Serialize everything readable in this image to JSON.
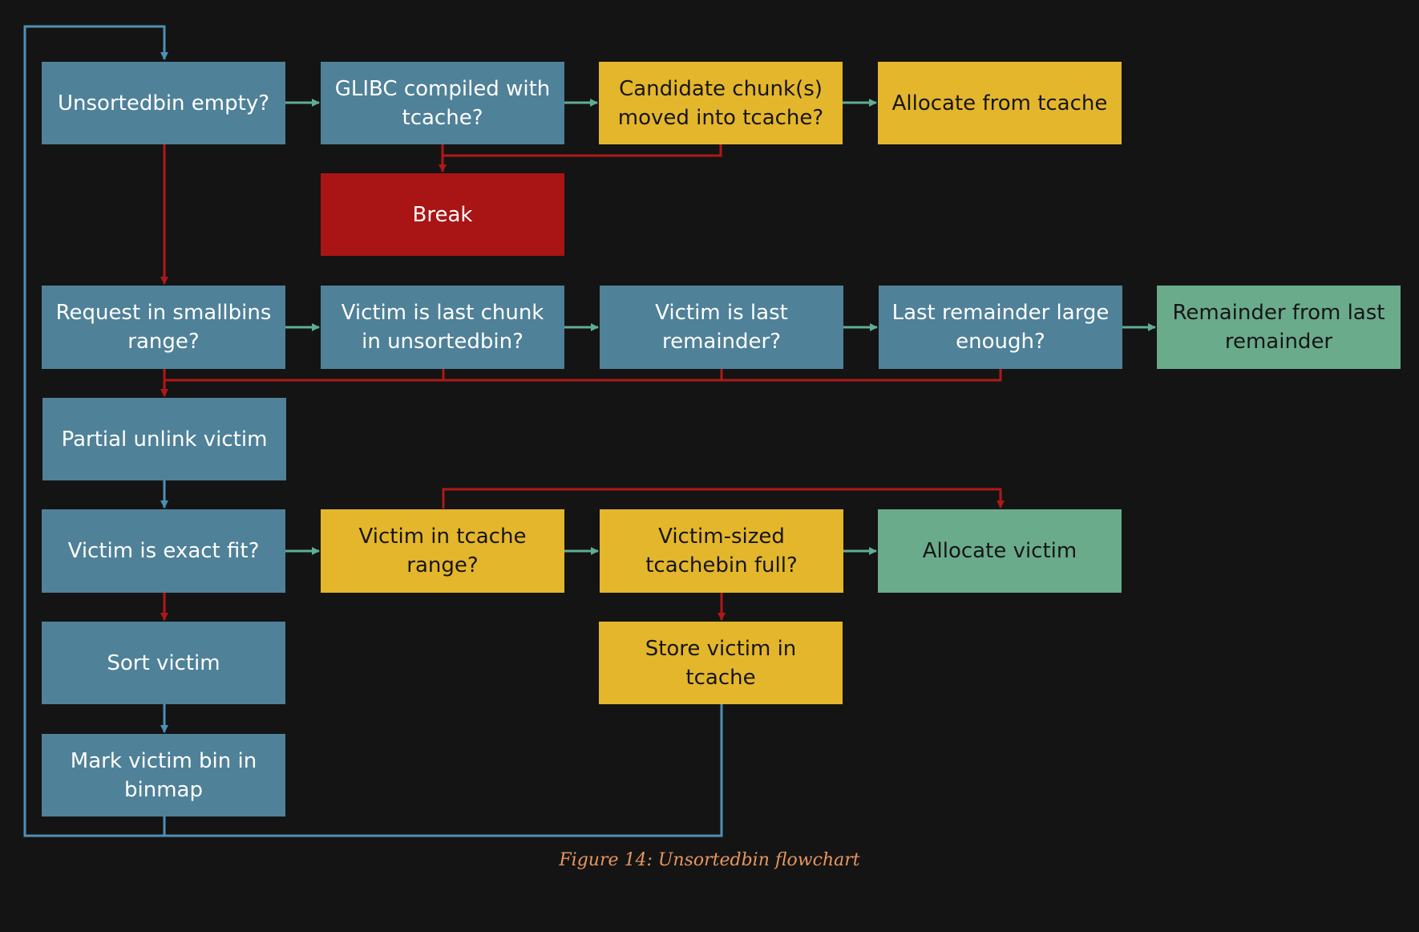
{
  "colors": {
    "background": "#141414",
    "decision_node": "#4f8198",
    "tcache_node": "#e4b62c",
    "break_node": "#a91414",
    "result_node": "#6aab8c",
    "yes_edge": "#5fae94",
    "no_edge": "#b01818",
    "loop_edge": "#4f8fb5",
    "caption": "#e8965e"
  },
  "nodes": {
    "unsortedbin_empty": "Unsortedbin empty?",
    "glibc_tcache": "GLIBC compiled with tcache?",
    "candidate_moved": "Candidate chunk(s) moved into tcache?",
    "allocate_from_tcache": "Allocate from tcache",
    "break": "Break",
    "request_smallbins": "Request in smallbins range?",
    "victim_last_chunk": "Victim is last chunk in unsortedbin?",
    "victim_last_remainder": "Victim is last remainder?",
    "last_remainder_large": "Last remainder large enough?",
    "remainder_from_last": "Remainder from last remainder",
    "partial_unlink": "Partial unlink victim",
    "victim_exact_fit": "Victim is exact fit?",
    "victim_tcache_range": "Victim in tcache range?",
    "tcachebin_full": "Victim-sized tcachebin full?",
    "allocate_victim": "Allocate victim",
    "sort_victim": "Sort victim",
    "store_victim": "Store victim in tcache",
    "mark_binmap": "Mark victim bin in binmap"
  },
  "caption": "Figure 14: Unsortedbin flowchart"
}
